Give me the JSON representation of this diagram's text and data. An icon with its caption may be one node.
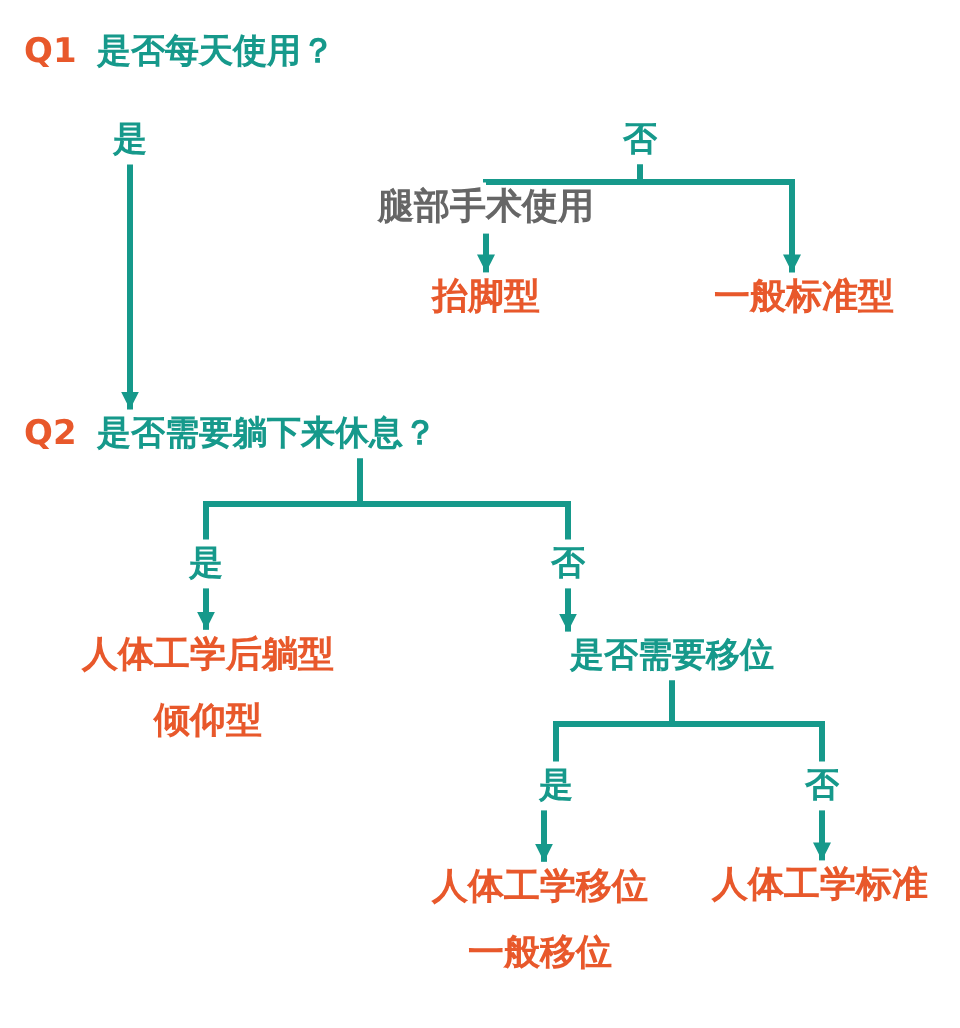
{
  "diagram": {
    "nodes": [
      {
        "text": [
          "Q1",
          "是否每天使用？"
        ]
      },
      {
        "text": [
          "是"
        ]
      },
      {
        "text": [
          "否"
        ]
      },
      {
        "text": [
          "腿部手术使用"
        ]
      },
      {
        "text": [
          "抬脚型"
        ]
      },
      {
        "text": [
          "一般标准型"
        ]
      },
      {
        "text": [
          "Q2",
          "是否需要躺下来休息？"
        ]
      },
      {
        "text": [
          "是"
        ]
      },
      {
        "text": [
          "否"
        ]
      },
      {
        "text": [
          "人体工学后躺型",
          "倾仰型"
        ]
      },
      {
        "text": [
          "是否需要移位"
        ]
      },
      {
        "text": [
          "是"
        ]
      },
      {
        "text": [
          "否"
        ]
      },
      {
        "text": [
          "人体工学移位",
          "一般移位"
        ]
      },
      {
        "text": [
          "人体工学标准"
        ]
      }
    ],
    "edges": [
      {
        "from": 1,
        "to": 6,
        "arrow": "to"
      },
      {
        "from": 2,
        "to": 3,
        "arrow": "none"
      },
      {
        "from": 2,
        "to": 5,
        "arrow": "to"
      },
      {
        "from": 3,
        "to": 4,
        "arrow": "to"
      },
      {
        "from": 6,
        "to": 7,
        "arrow": "none"
      },
      {
        "from": 6,
        "to": 8,
        "arrow": "none"
      },
      {
        "from": 7,
        "to": 9,
        "arrow": "to"
      },
      {
        "from": 8,
        "to": 10,
        "arrow": "to"
      },
      {
        "from": 10,
        "to": 11,
        "arrow": "none"
      },
      {
        "from": 10,
        "to": 12,
        "arrow": "none"
      },
      {
        "from": 11,
        "to": 13,
        "arrow": "to"
      },
      {
        "from": 12,
        "to": 14,
        "arrow": "to"
      }
    ]
  }
}
